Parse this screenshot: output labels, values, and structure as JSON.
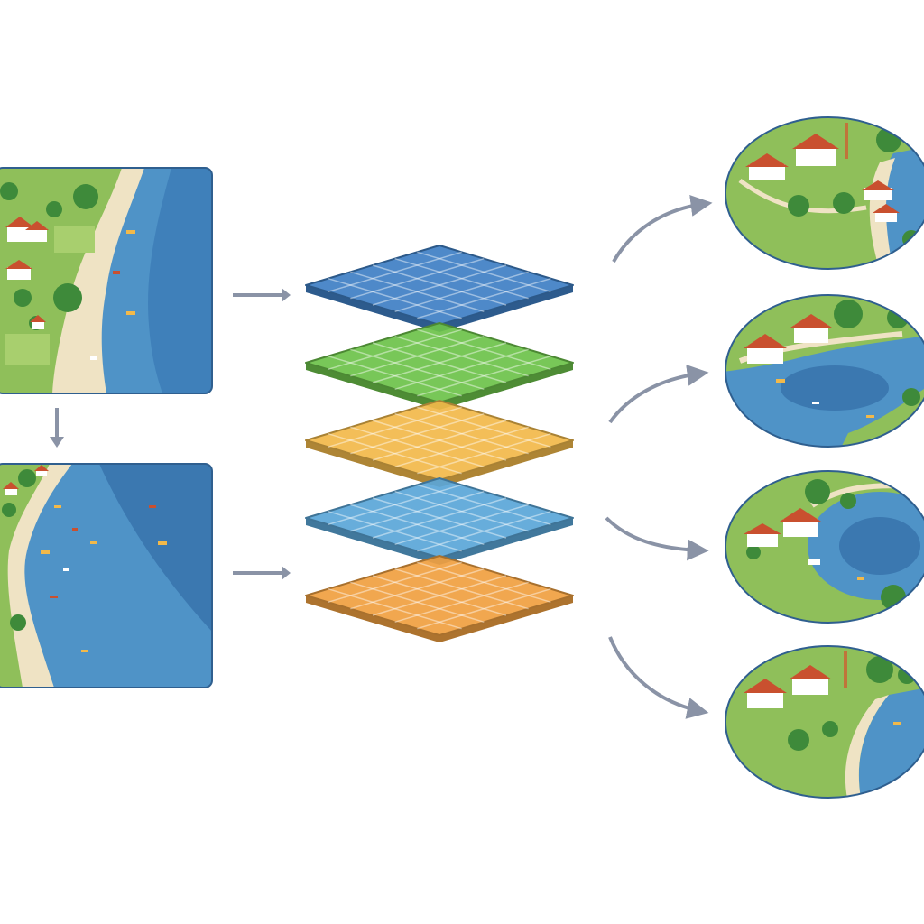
{
  "diagram": {
    "inputs": [
      {
        "name": "input-map-coastal-village",
        "icon": "coastal-map-illustration"
      },
      {
        "name": "input-map-flooded-coast",
        "icon": "flooded-coast-map-illustration"
      }
    ],
    "layers": [
      {
        "name": "blue",
        "color": "#3f7fc4"
      },
      {
        "name": "green",
        "color": "#6cc24a"
      },
      {
        "name": "yellow",
        "color": "#f2b94a"
      },
      {
        "name": "light-blue",
        "color": "#5aa6d8"
      },
      {
        "name": "orange",
        "color": "#f0a040"
      }
    ],
    "outputs": [
      {
        "name": "output-village-view-1",
        "icon": "village-oval-illustration"
      },
      {
        "name": "output-village-view-2",
        "icon": "bay-oval-illustration"
      },
      {
        "name": "output-village-view-3",
        "icon": "lagoon-oval-illustration"
      },
      {
        "name": "output-village-view-4",
        "icon": "shore-oval-illustration"
      }
    ],
    "colors": {
      "sea": "#4f93c7",
      "sea_dark": "#3b78b0",
      "sand": "#efe3c4",
      "grass": "#8fbf5a",
      "tree": "#3e8a3a",
      "arrow": "#8a93a6",
      "frame": "#2f5f8f"
    }
  }
}
